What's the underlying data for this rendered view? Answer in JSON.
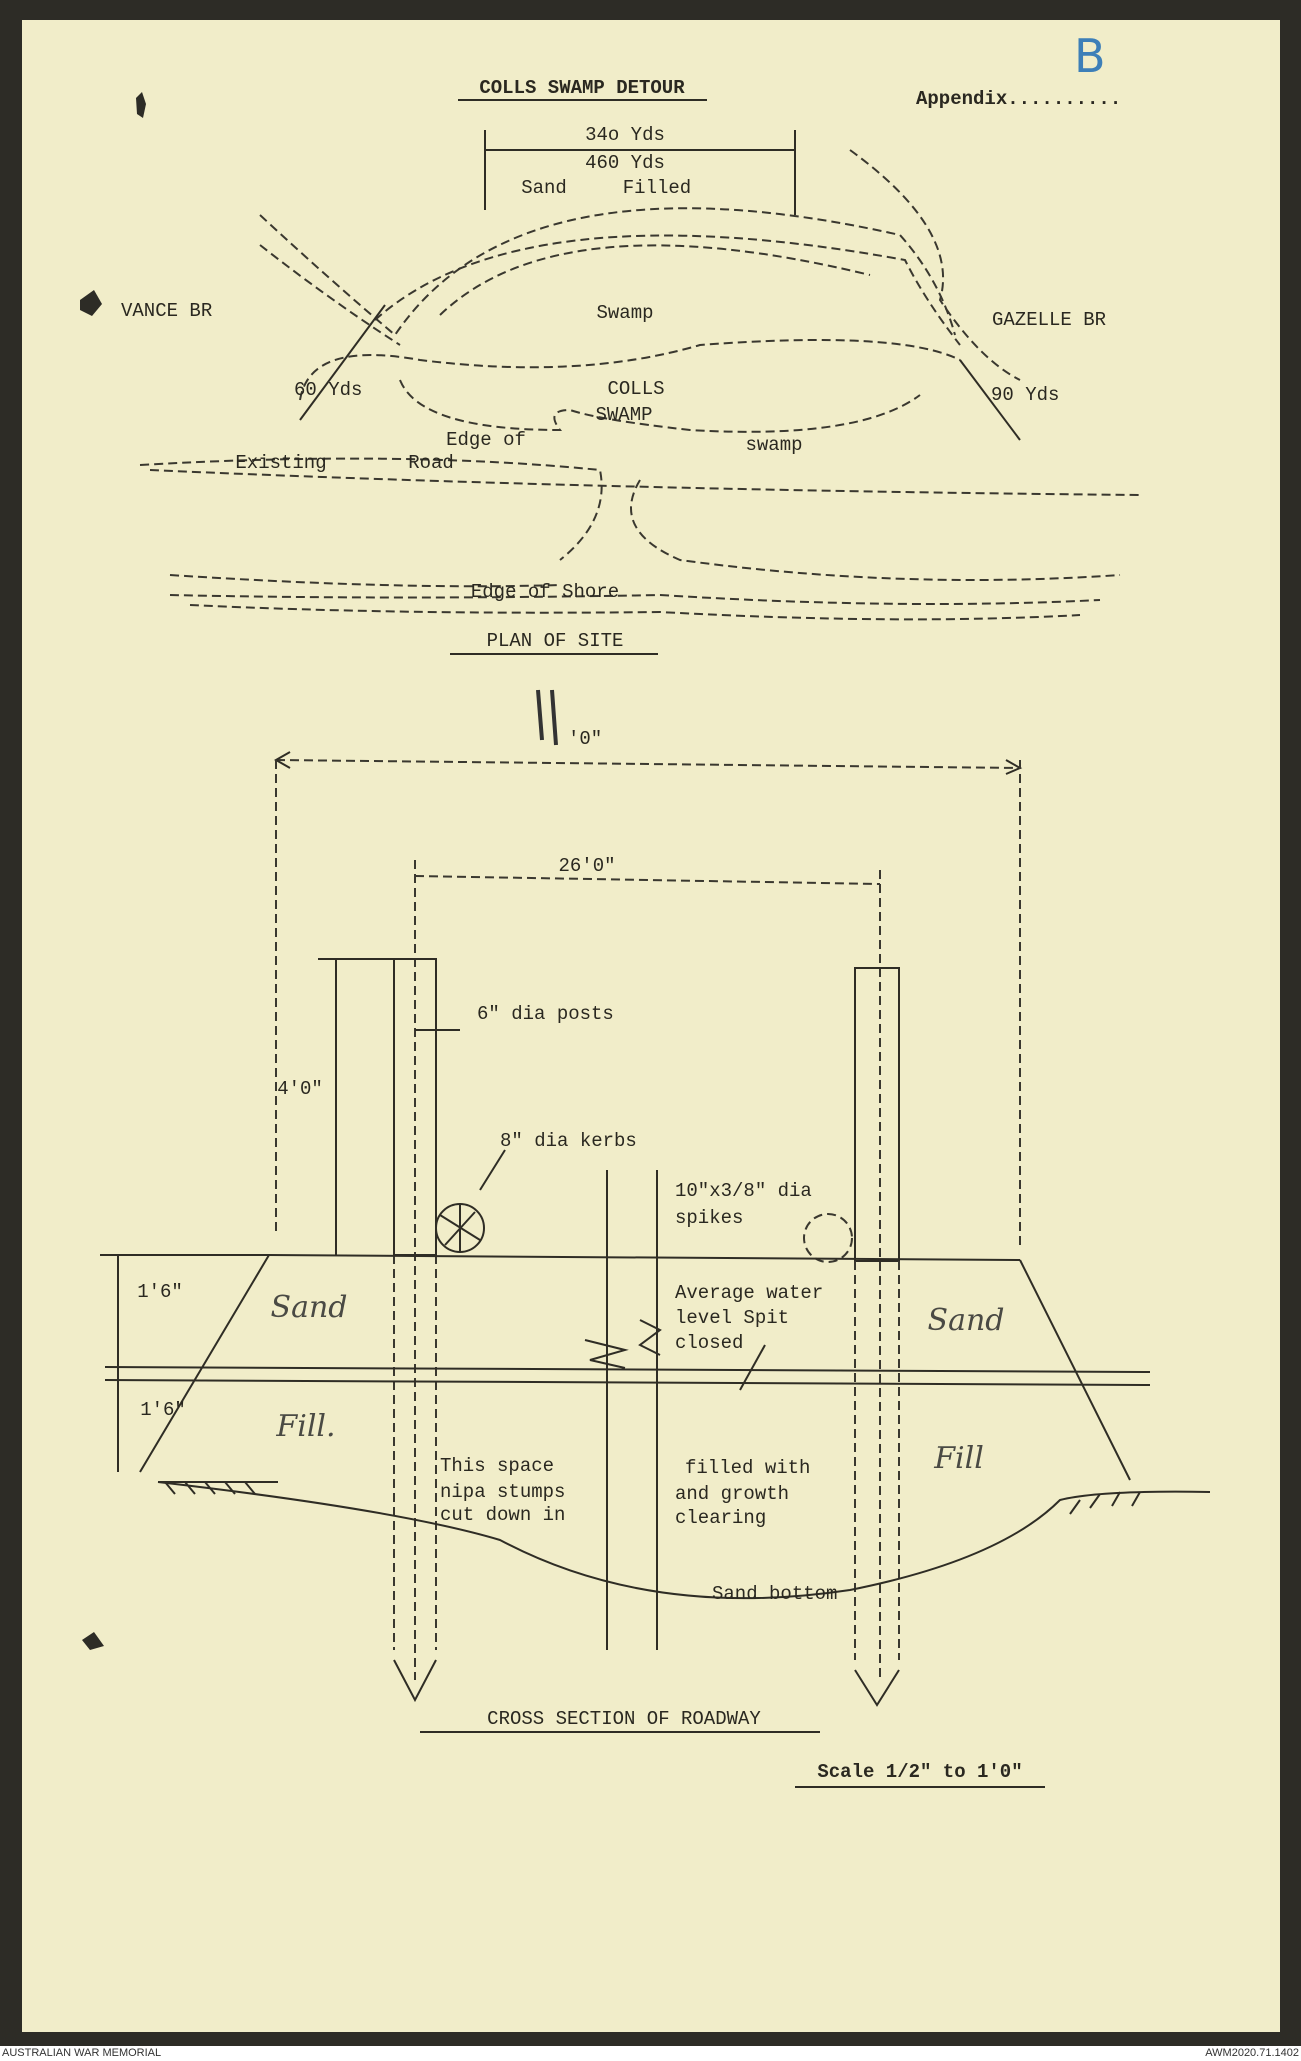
{
  "header": {
    "title": "COLLS SWAMP DETOUR",
    "appendix_label": "Appendix..........",
    "appendix_letter": "B"
  },
  "plan": {
    "dim_outer": "34o Yds",
    "dim_inner": "460 Yds",
    "sand": "Sand",
    "filled": "Filled",
    "swamp_label": "Swamp",
    "vance": "VANCE BR",
    "gazelle": "GAZELLE BR",
    "left_yds": "60 Yds",
    "right_yds": "90 Yds",
    "colls": "COLLS",
    "colls_swamp": "SWAMP",
    "edge_of": "Edge of",
    "swamp_edge": "swamp",
    "existing": "Existing",
    "road": "Road",
    "edge_shore": "Edge of Shore",
    "caption": "PLAN OF SITE"
  },
  "section": {
    "dim_overall": "'0\"",
    "dim_posts": "26'0\"",
    "posts": "6\" dia posts",
    "post_height": "4'0\"",
    "kerbs": "8\" dia kerbs",
    "spikes_1": "10\"x3/8\" dia",
    "spikes_2": "spikes",
    "layer_1": "1'6\"",
    "layer_2": "1'6\"",
    "water_1": "Average water",
    "water_2": "level Spit",
    "water_3": "closed",
    "sand_left": "Sand",
    "sand_right": "Sand",
    "fill_left": "Fill.",
    "fill_right": "Fill",
    "space_1": "This space",
    "space_2": "nipa stumps",
    "space_3": "cut down in",
    "filled_1": "filled with",
    "filled_2": "and growth",
    "filled_3": "clearing",
    "bottom": "Sand bottom",
    "caption": "CROSS SECTION OF ROADWAY",
    "scale": "Scale 1/2\" to 1'0\""
  },
  "footer": {
    "left": "AUSTRALIAN WAR MEMORIAL",
    "right": "AWM2020.71.1402"
  }
}
